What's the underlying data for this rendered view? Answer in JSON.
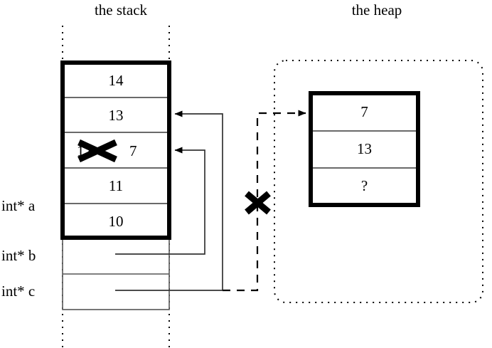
{
  "titles": {
    "stack": "the stack",
    "heap": "the heap"
  },
  "stack": {
    "frame_cells": [
      {
        "value": "14",
        "struck": false
      },
      {
        "value": "13",
        "struck": false
      },
      {
        "value": "12",
        "struck": true,
        "replacement": "7"
      },
      {
        "value": "11",
        "struck": false
      },
      {
        "value": "10",
        "struck": false
      }
    ],
    "pointer_cells": [
      {
        "label": "int* b",
        "value": ""
      },
      {
        "label": "int* c",
        "value": ""
      }
    ],
    "labels": {
      "a": "int* a",
      "b": "int* b",
      "c": "int* c"
    }
  },
  "heap": {
    "cells": [
      {
        "value": "7"
      },
      {
        "value": "13"
      },
      {
        "value": "?"
      }
    ]
  },
  "marks": {
    "stack_cell_cross": "cross-out-mark",
    "heap_pointer_cross": "cross-out-mark"
  },
  "arrows": {
    "b_points_to": "stack-cell-3",
    "c_points_to": "stack-cell-2",
    "c_dashed_to_heap": "heap-block"
  },
  "colors": {
    "ink": "#000000",
    "thin_rule": "#555555",
    "background": "#ffffff"
  }
}
